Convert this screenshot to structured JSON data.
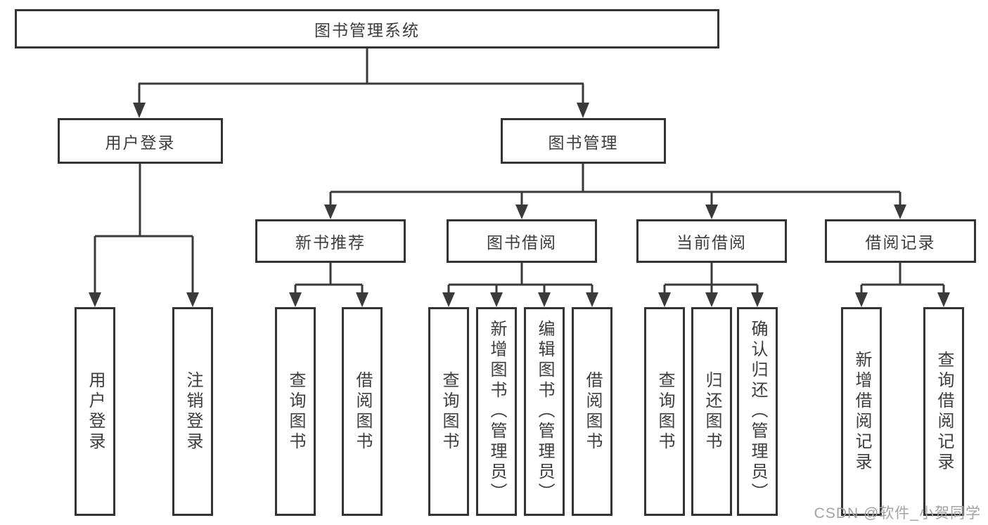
{
  "colors": {
    "line": "#3a3a3a",
    "border": "#333333",
    "text": "#3d3d3d",
    "watermark": "#a3a3a3",
    "background": "#ffffff"
  },
  "watermark": {
    "text": "CSDN @软件_小贺同学"
  },
  "diagram": {
    "root": {
      "label": "图书管理系统",
      "children": [
        {
          "label": "用户登录",
          "children": [
            {
              "label": "用户登录"
            },
            {
              "label": "注销登录"
            }
          ]
        },
        {
          "label": "图书管理",
          "children": [
            {
              "label": "新书推荐",
              "children": [
                {
                  "label": "查询图书"
                },
                {
                  "label": "借阅图书"
                }
              ]
            },
            {
              "label": "图书借阅",
              "children": [
                {
                  "label": "查询图书"
                },
                {
                  "label": "新增图书（管理员）"
                },
                {
                  "label": "编辑图书（管理员）"
                },
                {
                  "label": "借阅图书"
                }
              ]
            },
            {
              "label": "当前借阅",
              "children": [
                {
                  "label": "查询图书"
                },
                {
                  "label": "归还图书"
                },
                {
                  "label": "确认归还（管理员）"
                }
              ]
            },
            {
              "label": "借阅记录",
              "children": [
                {
                  "label": "新增借阅记录"
                },
                {
                  "label": "查询借阅记录"
                }
              ]
            }
          ]
        }
      ]
    }
  }
}
